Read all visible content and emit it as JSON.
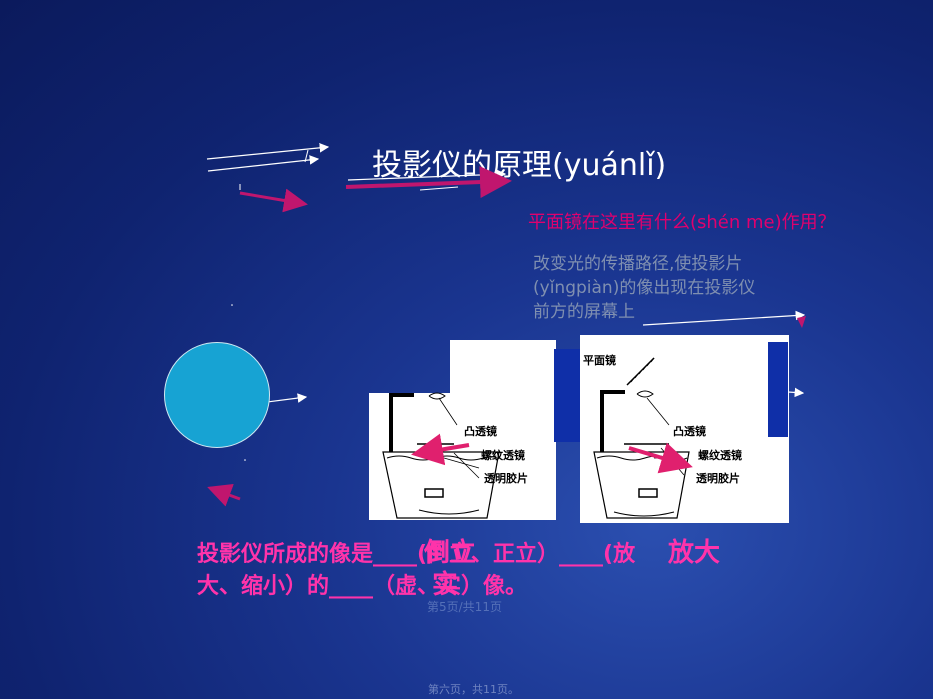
{
  "slide": {
    "title": "投影仪的原理(yuánlǐ)",
    "question": "平面镜在这里有什么(shén me)作用？",
    "answer_lines": [
      "改变光的传播路径,使投影片",
      "(yǐngpiàn)的像出现在投影仪",
      "前方的屏幕上"
    ],
    "fill_line1_a": "投影仪所成的像是____(倒立、正立）____(放",
    "fill_line2": "大、缩小）的____（虚、实）像。",
    "answer_orientation": "倒立",
    "answer_size": "放大",
    "answer_type": "实",
    "pager_overlay": "第5页/共11页",
    "pager_bottom": "第六页，共11页。"
  },
  "diagram": {
    "labels_left": [
      "凸透镜",
      "螺纹透镜",
      "透明胶片"
    ],
    "labels_right": [
      "平面镜",
      "凸透镜",
      "螺纹透镜",
      "透明胶片"
    ]
  },
  "colors": {
    "background": "#1a3590",
    "accent_pink": "#ff33aa",
    "question_red": "#e0006e",
    "circle": "#17a3d3"
  }
}
